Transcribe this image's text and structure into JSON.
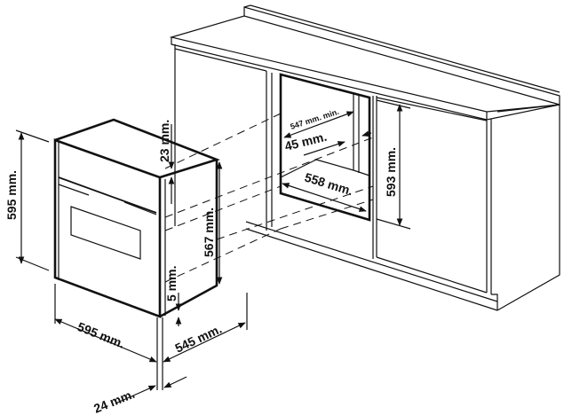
{
  "diagram": {
    "title": "Built-in oven installation dimensions",
    "stroke_color": "#111111",
    "background": "#ffffff",
    "oven": {
      "height_label": "595 mm.",
      "width_label": "595 mm.",
      "depth_label": "545 mm.",
      "front_panel_label": "24 mm.",
      "top_offset_label": "23 mm.",
      "body_height_label": "567 mm.",
      "bottom_offset_label": "5 mm."
    },
    "cabinet": {
      "opening_width_label": "547 mm. min.",
      "opening_depth_label": "558 mm.",
      "rear_gap_label": "45 mm.",
      "opening_height_label": "593 mm."
    }
  }
}
